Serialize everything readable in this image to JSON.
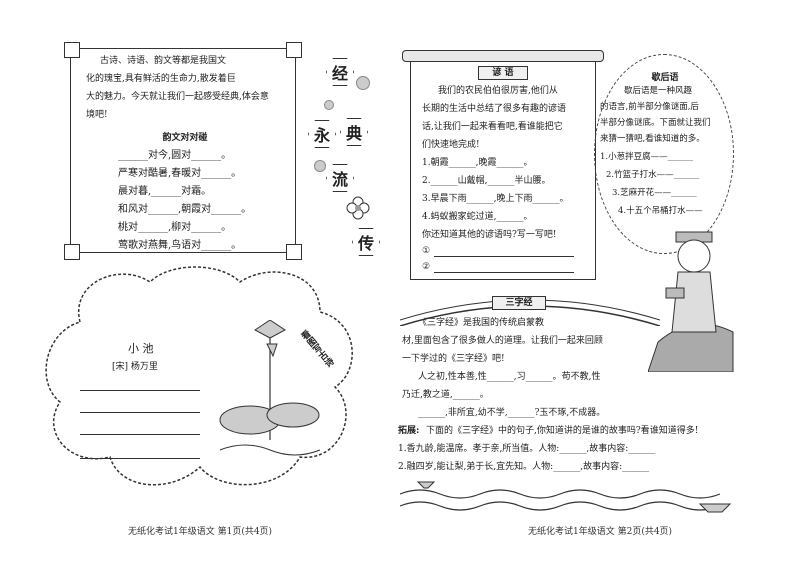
{
  "left": {
    "intro_lines": [
      "古诗、诗语、韵文等都是我国文",
      "化的瑰宝,具有鲜活的生命力,散发着巨",
      "大的魅力。今天就让我们一起感受经典,体会意",
      "境吧!"
    ],
    "rhyme_title": "韵文对对碰",
    "rhyme_lines": [
      "______对今,圆对______。",
      "严寒对酷暑,春暖对______。",
      "晨对暮,______对霜。",
      "和风对______,朝霞对______。",
      "桃对______,柳对______。",
      "莺歌对燕舞,鸟语对______。"
    ],
    "theme_chars": [
      "经",
      "典",
      "永",
      "流",
      "传"
    ],
    "poem_title": "小  池",
    "poem_author": "[宋]  杨万里",
    "poem_side_label": "看图写古诗",
    "footer": "无纸化考试1年级语文  第1页(共4页)"
  },
  "right": {
    "proverb_title": "谚  语",
    "proverb_lines": [
      "我们的农民伯伯很厉害,他们从",
      "长期的生活中总结了很多有趣的谚语",
      "话,让我们一起来看看吧,看谁能把它",
      "们快速地完成!"
    ],
    "proverb_items": [
      "1.朝霞______,晚霞______。",
      "2.______山戴帽,______半山腰。",
      "3.早晨下雨______,晚上下雨______。",
      "4.蚂蚁搬家蛇过道,______。"
    ],
    "proverb_prompt": "你还知道其他的谚语吗?写一写吧!",
    "proverb_blanks": [
      "①",
      "②"
    ],
    "xiehouyu_title": "歇后语",
    "xiehouyu_lines": [
      "歇后语是一种风趣",
      "的语言,前半部分像谜面,后",
      "半部分像谜底。下面就让我们",
      "来猜一猜吧,看谁知道的多。"
    ],
    "xiehouyu_items": [
      "1.小葱拌豆腐——______",
      "2.竹篮子打水——______",
      "3.芝麻开花——______",
      "4.十五个吊桶打水——"
    ],
    "sanzijing_title": "三字经",
    "sanzijing_lines": [
      "《三字经》是我国的传统启蒙教",
      "材,里面包含了很多做人的道理。让我们一起来回顾",
      "一下学过的《三字经》吧!"
    ],
    "sanzijing_verses": [
      "人之初,性本善,性______,习______。苟不教,性",
      "乃迁,教之道,______。",
      "______,非所宜,幼不学,______?玉不琢,不成器。"
    ],
    "extension_label": "拓展:",
    "extension_text": "下面的《三字经》中的句子,你知道讲的是谁的故事吗?看谁知道得多!",
    "extension_items": [
      "1.香九龄,能温席。孝于亲,所当值。人物:______,故事内容:______",
      "2.融四岁,能让梨,弟于长,宜先知。人物:______,故事内容:______"
    ],
    "footer": "无纸化考试1年级语文  第2页(共4页)"
  }
}
